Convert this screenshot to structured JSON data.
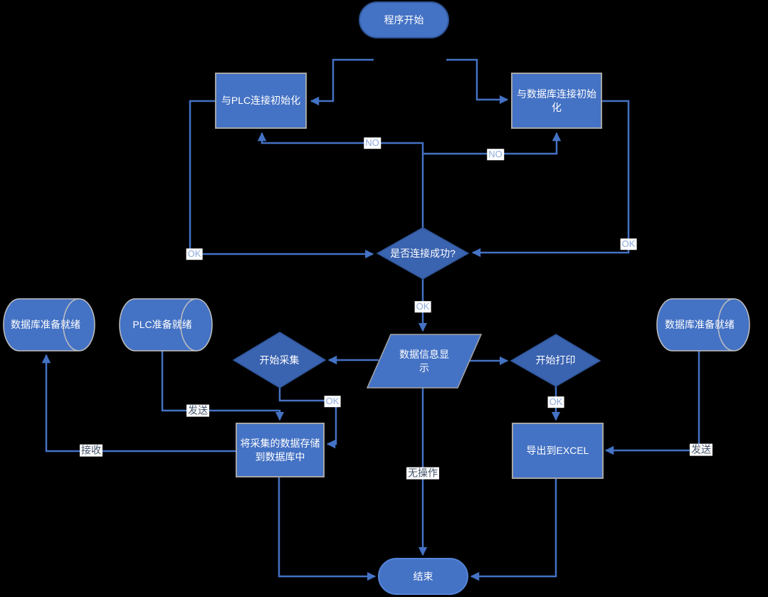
{
  "diagram": {
    "kind": "flowchart",
    "nodes": {
      "start": {
        "label": "程序开始",
        "type": "terminator"
      },
      "plc_init": {
        "label": "与PLC连接初始化",
        "type": "process"
      },
      "db_init": {
        "label": "与数据库连接初始化",
        "type": "process"
      },
      "connect_ok": {
        "label": "是否连接成功?",
        "type": "decision"
      },
      "db_ready_left": {
        "label": "数据库准备就绪",
        "type": "stored-data"
      },
      "plc_ready": {
        "label": "PLC准备就绪",
        "type": "stored-data"
      },
      "start_collect": {
        "label": "开始采集",
        "type": "decision"
      },
      "data_display": {
        "label": "数据信息显示",
        "type": "display"
      },
      "start_print": {
        "label": "开始打印",
        "type": "decision"
      },
      "db_ready_right": {
        "label": "数据库准备就绪",
        "type": "stored-data"
      },
      "store_data": {
        "label": "将采集的数据存储到数据库中",
        "type": "process"
      },
      "export_excel": {
        "label": "导出到EXCEL",
        "type": "process"
      },
      "end": {
        "label": "结束",
        "type": "terminator"
      }
    },
    "edge_labels": {
      "no_left": "NO",
      "no_right": "NO",
      "ok_left": "OK",
      "ok_right": "OK",
      "ok_center": "OK",
      "ok_collect": "OK",
      "ok_print": "OK",
      "send_left": "发送",
      "receive": "接收",
      "send_right": "发送",
      "no_action": "无操作"
    },
    "colors": {
      "background": "#000000",
      "node_fill": "#4472C4",
      "decision_fill": "#3A63B0",
      "process_border": "#A6A6A6",
      "cylinder_border": "#BFBFBF",
      "start_border": "#2F5597",
      "end_border": "#5585D8",
      "connector": "#4472C4",
      "node_text": "#FFFFFF",
      "label_text_latin": "#8FAADC",
      "label_text_cjk": "#44546A"
    }
  }
}
